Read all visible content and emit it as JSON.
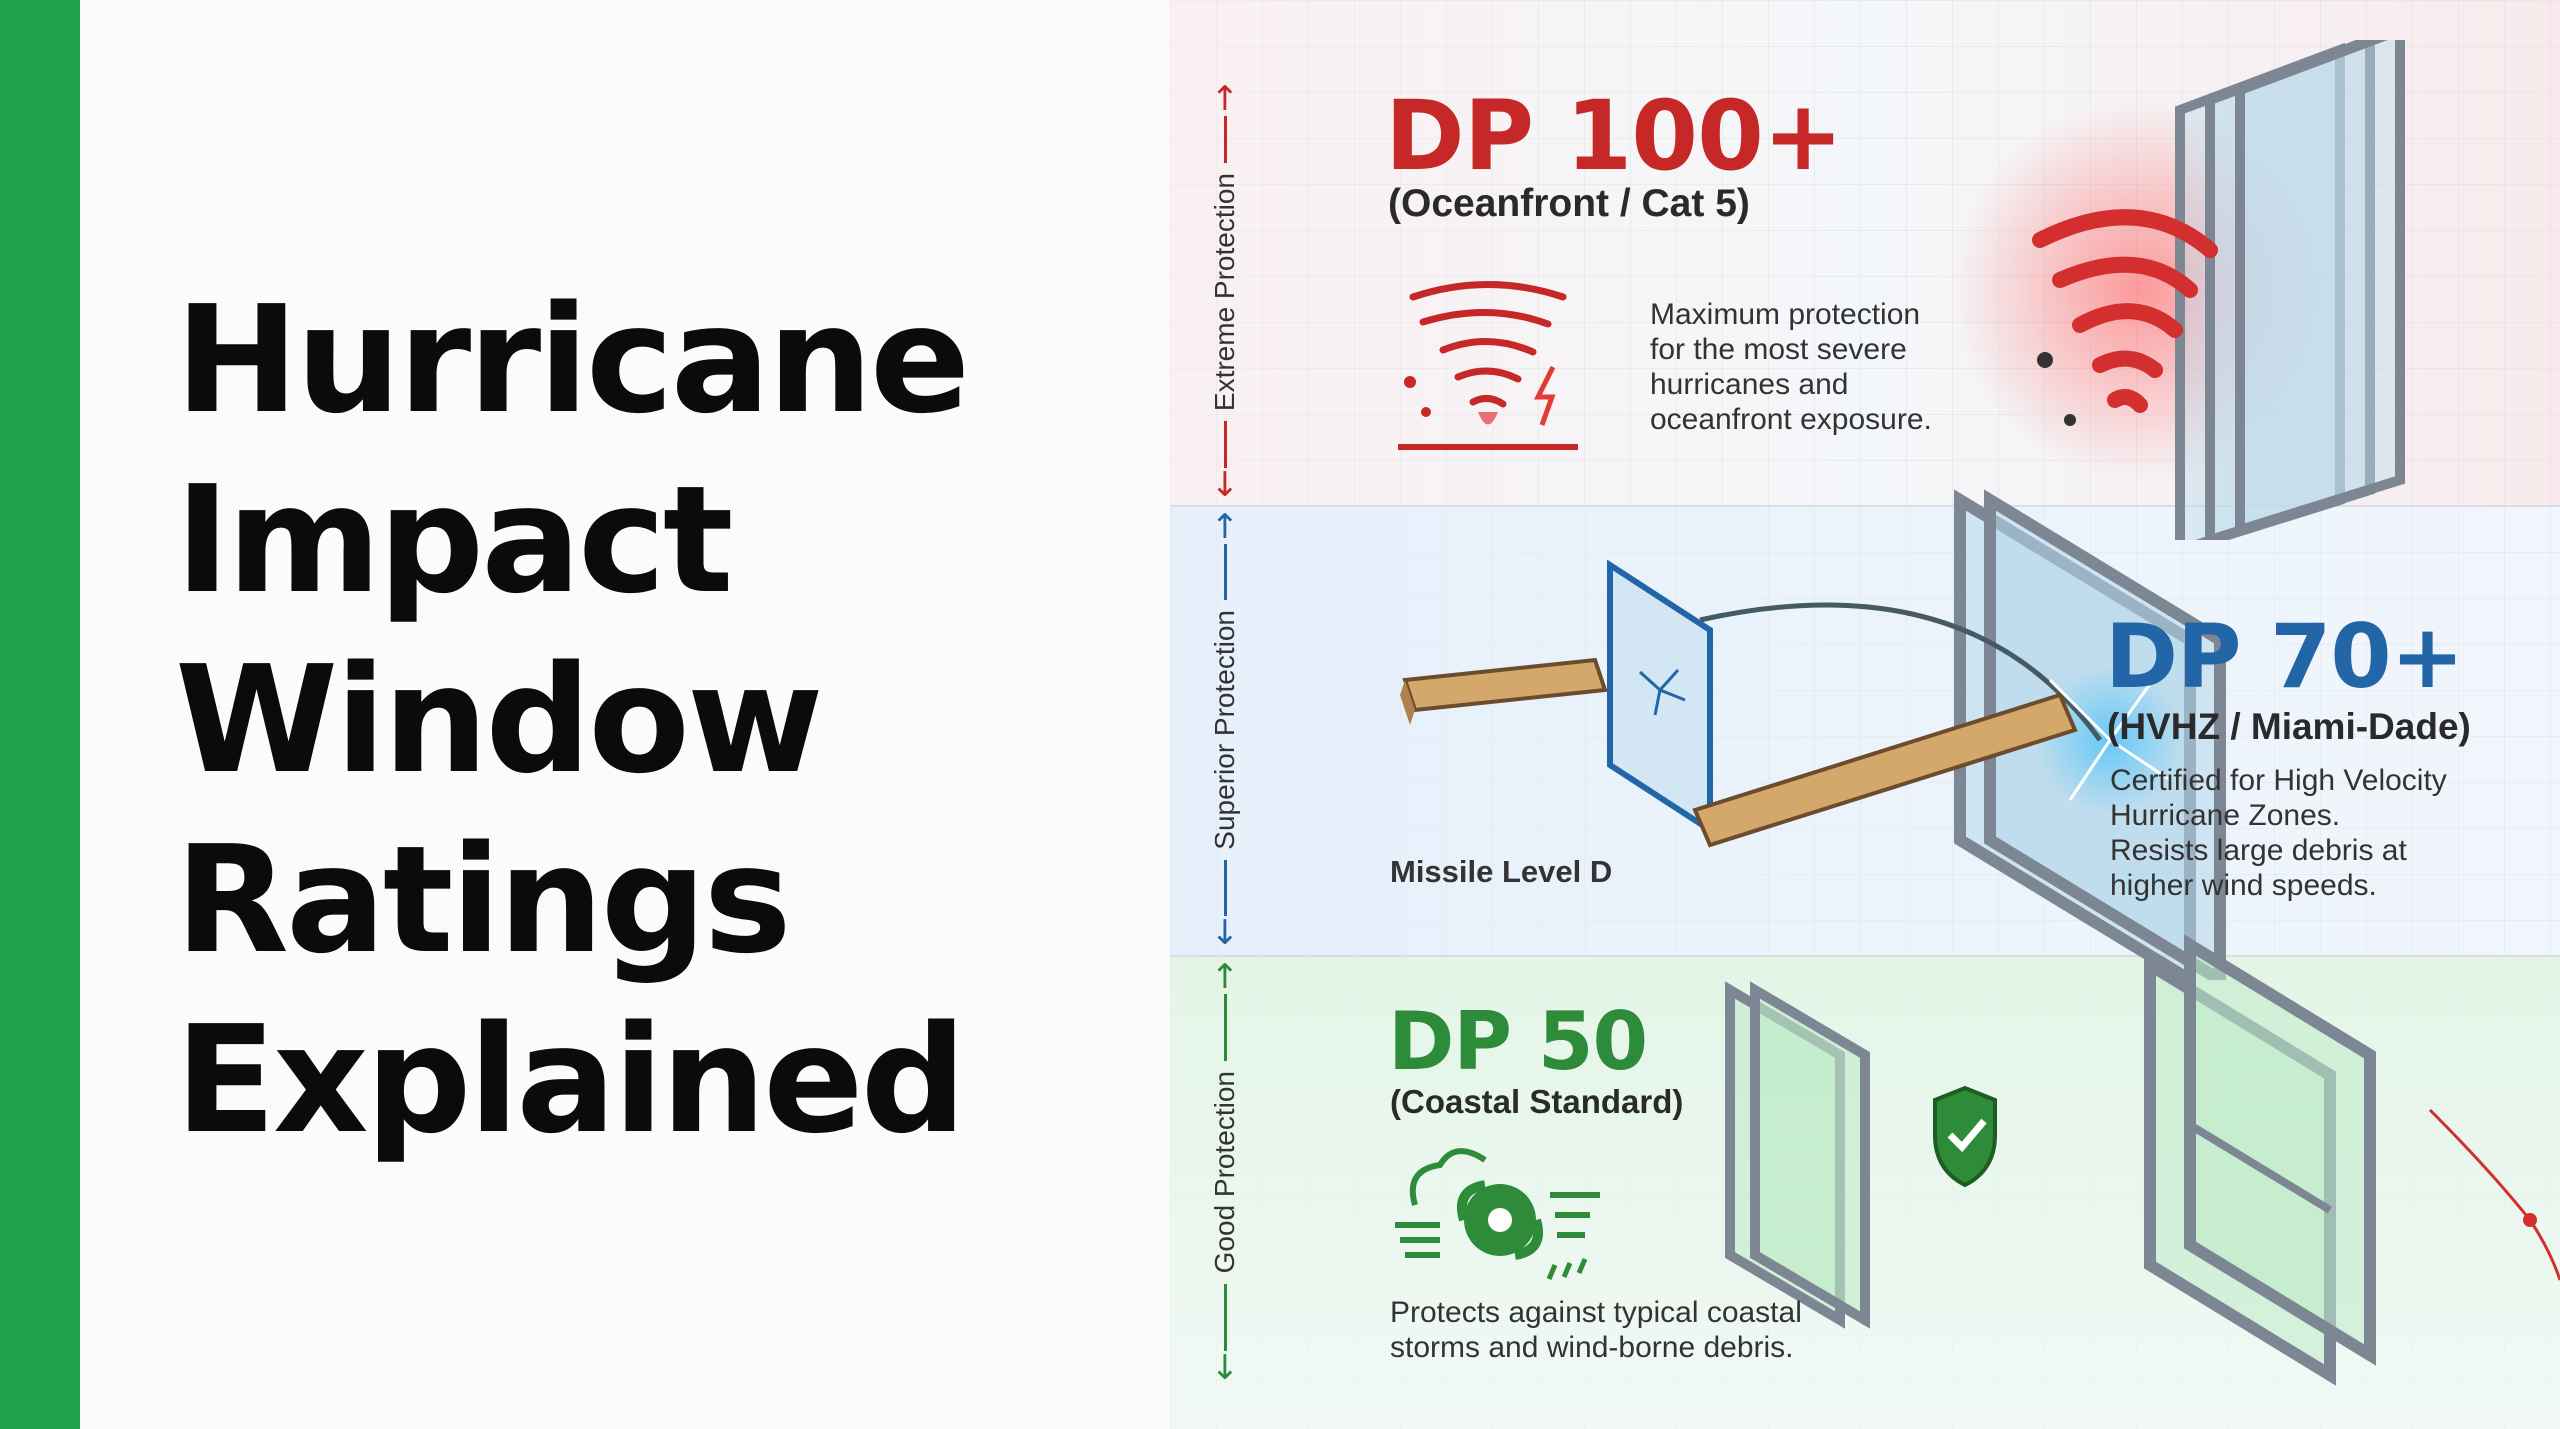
{
  "title": {
    "lines": [
      "Hurricane",
      "Impact",
      "Window",
      "Ratings",
      "Explained"
    ]
  },
  "colors": {
    "accent_green": "#1ea24a",
    "red": "#c62828",
    "blue": "#2366a8",
    "green": "#2e8b3a"
  },
  "ratings": [
    {
      "band_label": "Extreme Protection",
      "rating": "DP 100+",
      "subtitle": "(Oceanfront / Cat 5)",
      "description": [
        "Maximum protection",
        "for the most severe",
        "hurricanes and",
        "oceanfront exposure."
      ],
      "icon": "tornado-icon",
      "color": "#c62828"
    },
    {
      "band_label": "Superior Protection",
      "rating": "DP 70+",
      "subtitle": "(HVHZ / Miami-Dade)",
      "description": [
        "Certified for High Velocity",
        "Hurricane Zones.",
        "Resists large debris at",
        "higher wind speeds."
      ],
      "missile_label": "Missile Level D",
      "icon": "lumber-impact-icon",
      "color": "#2366a8"
    },
    {
      "band_label": "Good Protection",
      "rating": "DP 50",
      "subtitle": "(Coastal Standard)",
      "description": [
        "Protects against typical coastal",
        "storms and wind-borne debris."
      ],
      "icon": "storm-wind-icon",
      "color": "#2e8b3a"
    }
  ]
}
